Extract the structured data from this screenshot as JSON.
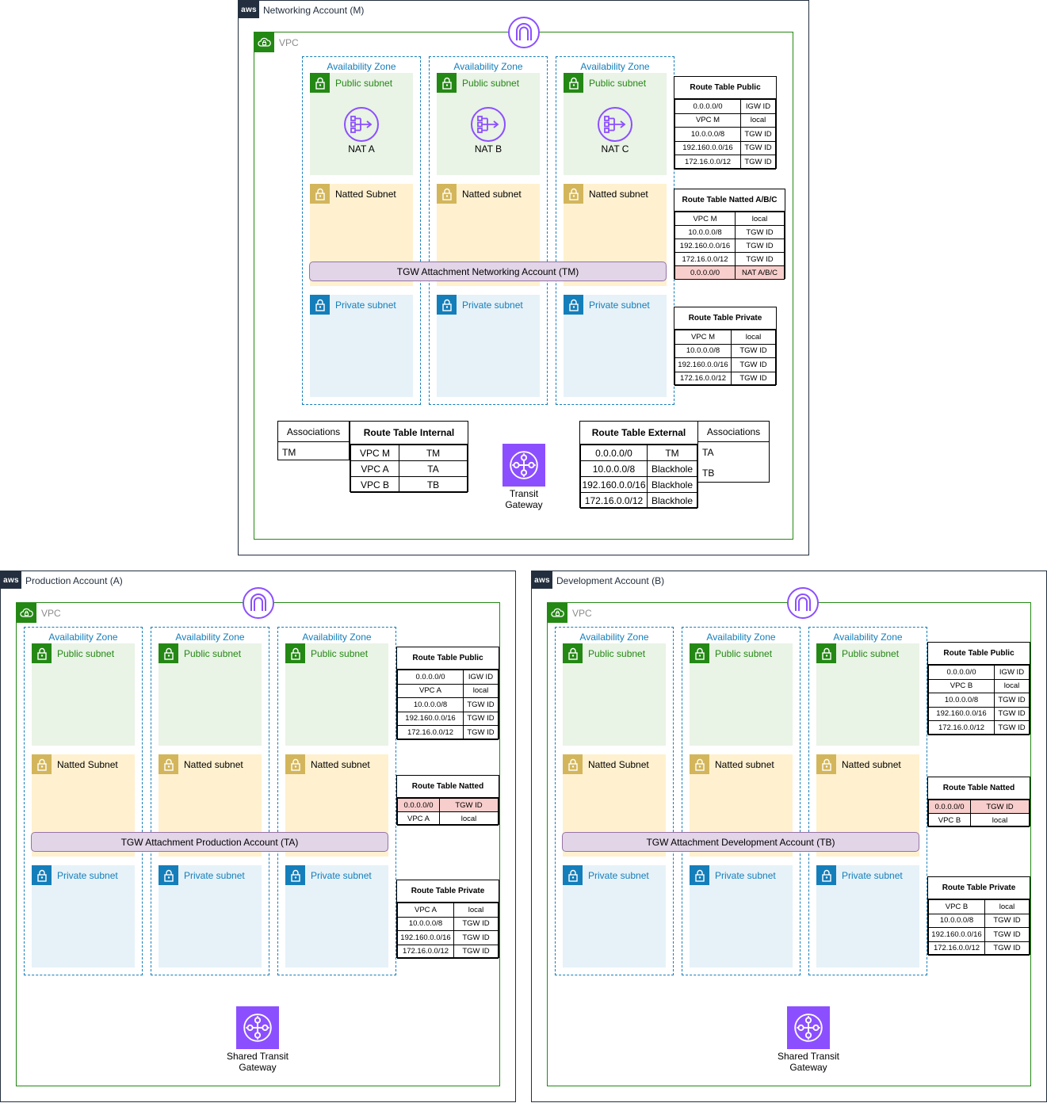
{
  "accounts": {
    "networking": {
      "title": "Networking Account (M)",
      "vpc_label": "VPC",
      "az_label": "Availability Zone",
      "subnets": {
        "public": "Public subnet",
        "natted_a": "Natted Subnet",
        "natted_b": "Natted subnet",
        "natted_c": "Natted subnet",
        "private": "Private subnet"
      },
      "nats": [
        "NAT A",
        "NAT B",
        "NAT C"
      ],
      "tgw_attachment": "TGW Attachment Networking Account (TM)",
      "rt_public": {
        "title": "Route Table Public",
        "rows": [
          [
            "0.0.0.0/0",
            "IGW ID"
          ],
          [
            "VPC M",
            "local"
          ],
          [
            "10.0.0.0/8",
            "TGW ID"
          ],
          [
            "192.160.0.0/16",
            "TGW ID"
          ],
          [
            "172.16.0.0/12",
            "TGW ID"
          ]
        ]
      },
      "rt_natted": {
        "title": "Route Table Natted A/B/C",
        "rows": [
          [
            "VPC M",
            "local"
          ],
          [
            "10.0.0.0/8",
            "TGW ID"
          ],
          [
            "192.160.0.0/16",
            "TGW ID"
          ],
          [
            "172.16.0.0/12",
            "TGW ID"
          ],
          [
            "0.0.0.0/0",
            "NAT A/B/C"
          ]
        ]
      },
      "rt_private": {
        "title": "Route Table Private",
        "rows": [
          [
            "VPC M",
            "local"
          ],
          [
            "10.0.0.0/8",
            "TGW ID"
          ],
          [
            "192.160.0.0/16",
            "TGW ID"
          ],
          [
            "172.16.0.0/12",
            "TGW ID"
          ]
        ]
      },
      "assoc_internal": {
        "title": "Associations",
        "rows": [
          "TM"
        ]
      },
      "rt_internal": {
        "title": "Route Table Internal",
        "rows": [
          [
            "VPC M",
            "TM"
          ],
          [
            "VPC A",
            "TA"
          ],
          [
            "VPC B",
            "TB"
          ]
        ]
      },
      "transit_gateway": {
        "line1": "Transit",
        "line2": "Gateway"
      },
      "rt_external": {
        "title": "Route Table External",
        "rows": [
          [
            "0.0.0.0/0",
            "TM"
          ],
          [
            "10.0.0.0/8",
            "Blackhole"
          ],
          [
            "192.160.0.0/16",
            "Blackhole"
          ],
          [
            "172.16.0.0/12",
            "Blackhole"
          ]
        ]
      },
      "assoc_external": {
        "title": "Associations",
        "rows": [
          "TA",
          "TB"
        ]
      }
    },
    "production": {
      "title": "Production Account (A)",
      "vpc_label": "VPC",
      "az_label": "Availability Zone",
      "subnets": {
        "public": "Public subnet",
        "natted_a": "Natted Subnet",
        "natted_b": "Natted subnet",
        "natted_c": "Natted subnet",
        "private": "Private subnet"
      },
      "tgw_attachment": "TGW Attachment Production Account (TA)",
      "rt_public": {
        "title": "Route Table Public",
        "rows": [
          [
            "0.0.0.0/0",
            "IGW ID"
          ],
          [
            "VPC A",
            "local"
          ],
          [
            "10.0.0.0/8",
            "TGW ID"
          ],
          [
            "192.160.0.0/16",
            "TGW ID"
          ],
          [
            "172.16.0.0/12",
            "TGW ID"
          ]
        ]
      },
      "rt_natted": {
        "title": "Route Table Natted",
        "rows": [
          [
            "0.0.0.0/0",
            "TGW ID"
          ],
          [
            "VPC A",
            "local"
          ]
        ]
      },
      "rt_private": {
        "title": "Route Table Private",
        "rows": [
          [
            "VPC A",
            "local"
          ],
          [
            "10.0.0.0/8",
            "TGW ID"
          ],
          [
            "192.160.0.0/16",
            "TGW ID"
          ],
          [
            "172.16.0.0/12",
            "TGW ID"
          ]
        ]
      },
      "transit_gateway": {
        "line1": "Shared Transit",
        "line2": "Gateway"
      }
    },
    "development": {
      "title": "Development Account (B)",
      "vpc_label": "VPC",
      "az_label": "Availability Zone",
      "subnets": {
        "public": "Public subnet",
        "natted_a": "Natted Subnet",
        "natted_b": "Natted subnet",
        "natted_c": "Natted subnet",
        "private": "Private subnet"
      },
      "tgw_attachment": "TGW Attachment Development Account (TB)",
      "rt_public": {
        "title": "Route Table Public",
        "rows": [
          [
            "0.0.0.0/0",
            "IGW ID"
          ],
          [
            "VPC B",
            "local"
          ],
          [
            "10.0.0.0/8",
            "TGW ID"
          ],
          [
            "192.160.0.0/16",
            "TGW ID"
          ],
          [
            "172.16.0.0/12",
            "TGW ID"
          ]
        ]
      },
      "rt_natted": {
        "title": "Route Table Natted",
        "rows": [
          [
            "0.0.0.0/0",
            "TGW ID"
          ],
          [
            "VPC B",
            "local"
          ]
        ]
      },
      "rt_private": {
        "title": "Route Table Private",
        "rows": [
          [
            "VPC B",
            "local"
          ],
          [
            "10.0.0.0/8",
            "TGW ID"
          ],
          [
            "192.160.0.0/16",
            "TGW ID"
          ],
          [
            "172.16.0.0/12",
            "TGW ID"
          ]
        ]
      },
      "transit_gateway": {
        "line1": "Shared Transit",
        "line2": "Gateway"
      }
    }
  },
  "aws_badge": "aws",
  "colors": {
    "vpc": "#248814",
    "az": "#147eba",
    "public": "#e9f3e6",
    "natted": "#fff1cf",
    "private": "#e6f2f8",
    "tgw_attachment": "#e1d5e7",
    "gateway": "#8c4fff",
    "highlight_row": "#f8cecc"
  }
}
